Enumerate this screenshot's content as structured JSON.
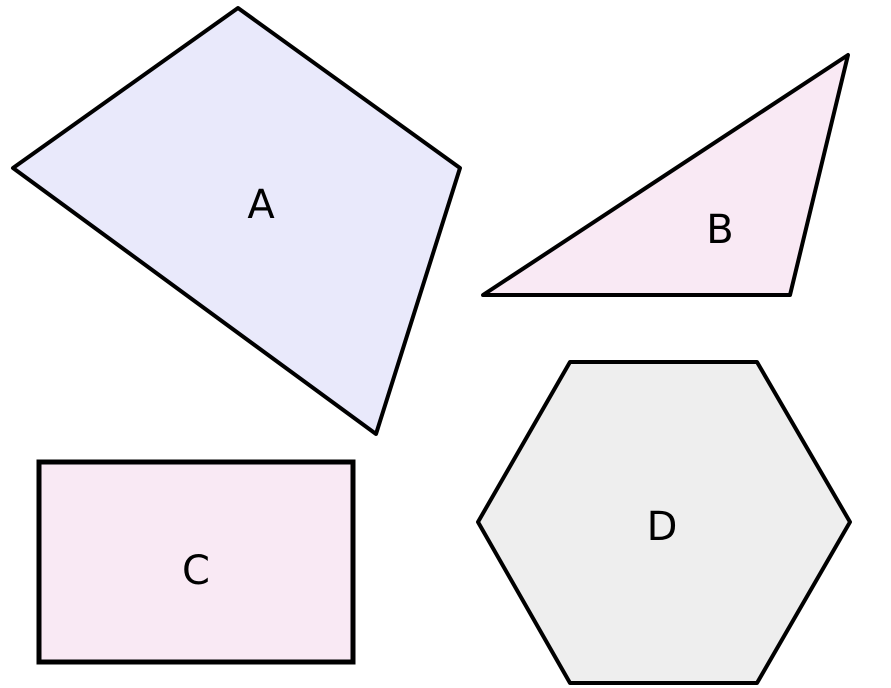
{
  "shapes": [
    {
      "id": "A",
      "label": "A",
      "kind": "quadrilateral",
      "fill": "#e9e9fb"
    },
    {
      "id": "B",
      "label": "B",
      "kind": "triangle",
      "fill": "#f9e9f4"
    },
    {
      "id": "C",
      "label": "C",
      "kind": "rectangle",
      "fill": "#f9e9f4"
    },
    {
      "id": "D",
      "label": "D",
      "kind": "hexagon",
      "fill": "#eeeeee"
    }
  ],
  "stroke": "#000000"
}
